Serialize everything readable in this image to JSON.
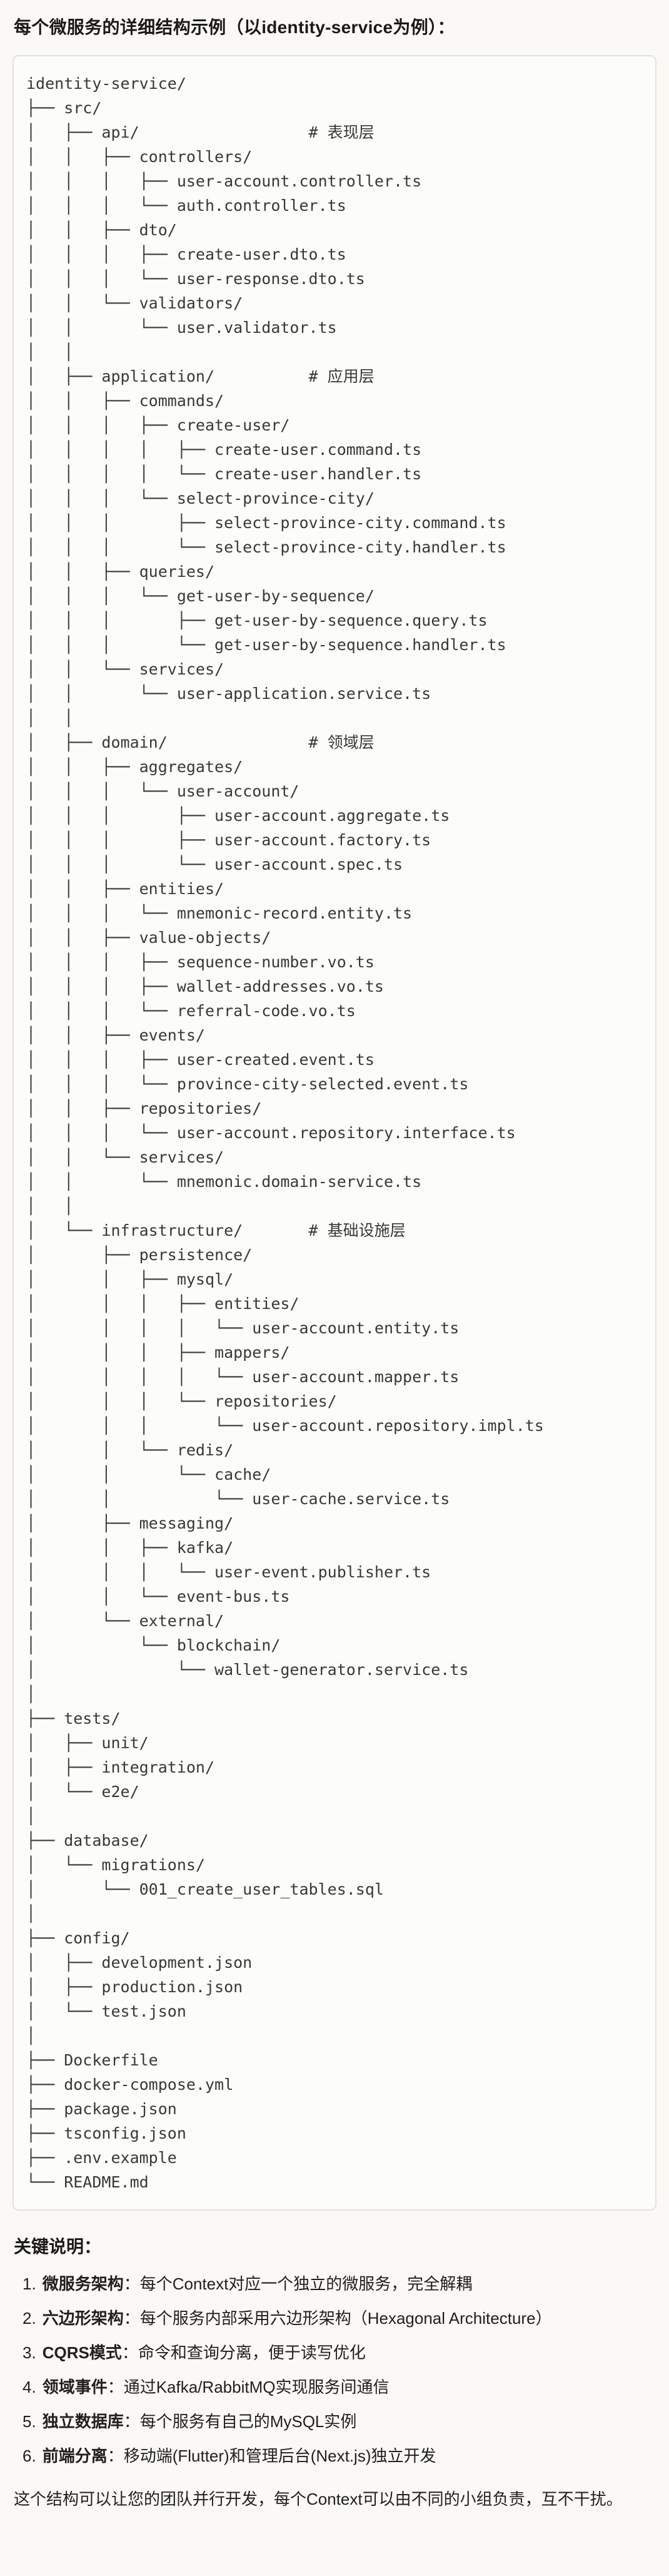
{
  "page": {
    "title": "每个微服务的详细结构示例（以identity-service为例）："
  },
  "colors": {
    "page_background": "#FAF9F5",
    "code_background": "#FCFCFA",
    "code_border": "#E3E1D8",
    "heading_text": "#1A1915",
    "body_text": "#21201C",
    "code_text": "#3A3833"
  },
  "code_block": {
    "lines": [
      "identity-service/",
      "├── src/",
      "│   ├── api/                  # 表现层",
      "│   │   ├── controllers/",
      "│   │   │   ├── user-account.controller.ts",
      "│   │   │   └── auth.controller.ts",
      "│   │   ├── dto/",
      "│   │   │   ├── create-user.dto.ts",
      "│   │   │   └── user-response.dto.ts",
      "│   │   └── validators/",
      "│   │       └── user.validator.ts",
      "│   │",
      "│   ├── application/          # 应用层",
      "│   │   ├── commands/",
      "│   │   │   ├── create-user/",
      "│   │   │   │   ├── create-user.command.ts",
      "│   │   │   │   └── create-user.handler.ts",
      "│   │   │   └── select-province-city/",
      "│   │   │       ├── select-province-city.command.ts",
      "│   │   │       └── select-province-city.handler.ts",
      "│   │   ├── queries/",
      "│   │   │   └── get-user-by-sequence/",
      "│   │   │       ├── get-user-by-sequence.query.ts",
      "│   │   │       └── get-user-by-sequence.handler.ts",
      "│   │   └── services/",
      "│   │       └── user-application.service.ts",
      "│   │",
      "│   ├── domain/               # 领域层",
      "│   │   ├── aggregates/",
      "│   │   │   └── user-account/",
      "│   │   │       ├── user-account.aggregate.ts",
      "│   │   │       ├── user-account.factory.ts",
      "│   │   │       └── user-account.spec.ts",
      "│   │   ├── entities/",
      "│   │   │   └── mnemonic-record.entity.ts",
      "│   │   ├── value-objects/",
      "│   │   │   ├── sequence-number.vo.ts",
      "│   │   │   ├── wallet-addresses.vo.ts",
      "│   │   │   └── referral-code.vo.ts",
      "│   │   ├── events/",
      "│   │   │   ├── user-created.event.ts",
      "│   │   │   └── province-city-selected.event.ts",
      "│   │   ├── repositories/",
      "│   │   │   └── user-account.repository.interface.ts",
      "│   │   └── services/",
      "│   │       └── mnemonic.domain-service.ts",
      "│   │",
      "│   └── infrastructure/       # 基础设施层",
      "│       ├── persistence/",
      "│       │   ├── mysql/",
      "│       │   │   ├── entities/",
      "│       │   │   │   └── user-account.entity.ts",
      "│       │   │   ├── mappers/",
      "│       │   │   │   └── user-account.mapper.ts",
      "│       │   │   └── repositories/",
      "│       │   │       └── user-account.repository.impl.ts",
      "│       │   └── redis/",
      "│       │       └── cache/",
      "│       │           └── user-cache.service.ts",
      "│       ├── messaging/",
      "│       │   ├── kafka/",
      "│       │   │   └── user-event.publisher.ts",
      "│       │   └── event-bus.ts",
      "│       └── external/",
      "│           └── blockchain/",
      "│               └── wallet-generator.service.ts",
      "│",
      "├── tests/",
      "│   ├── unit/",
      "│   ├── integration/",
      "│   └── e2e/",
      "│",
      "├── database/",
      "│   └── migrations/",
      "│       └── 001_create_user_tables.sql",
      "│",
      "├── config/",
      "│   ├── development.json",
      "│   ├── production.json",
      "│   └── test.json",
      "│",
      "├── Dockerfile",
      "├── docker-compose.yml",
      "├── package.json",
      "├── tsconfig.json",
      "├── .env.example",
      "└── README.md"
    ]
  },
  "notes": {
    "heading": "关键说明：",
    "items": [
      {
        "number": "1.",
        "label": "微服务架构",
        "text": "：每个Context对应一个独立的微服务，完全解耦"
      },
      {
        "number": "2.",
        "label": "六边形架构",
        "text": "：每个服务内部采用六边形架构（Hexagonal Architecture）"
      },
      {
        "number": "3.",
        "label": "CQRS模式",
        "text": "：命令和查询分离，便于读写优化"
      },
      {
        "number": "4.",
        "label": "领域事件",
        "text": "：通过Kafka/RabbitMQ实现服务间通信"
      },
      {
        "number": "5.",
        "label": "独立数据库",
        "text": "：每个服务有自己的MySQL实例"
      },
      {
        "number": "6.",
        "label": "前端分离",
        "text": "：移动端(Flutter)和管理后台(Next.js)独立开发"
      }
    ],
    "closing": "这个结构可以让您的团队并行开发，每个Context可以由不同的小组负责，互不干扰。"
  }
}
